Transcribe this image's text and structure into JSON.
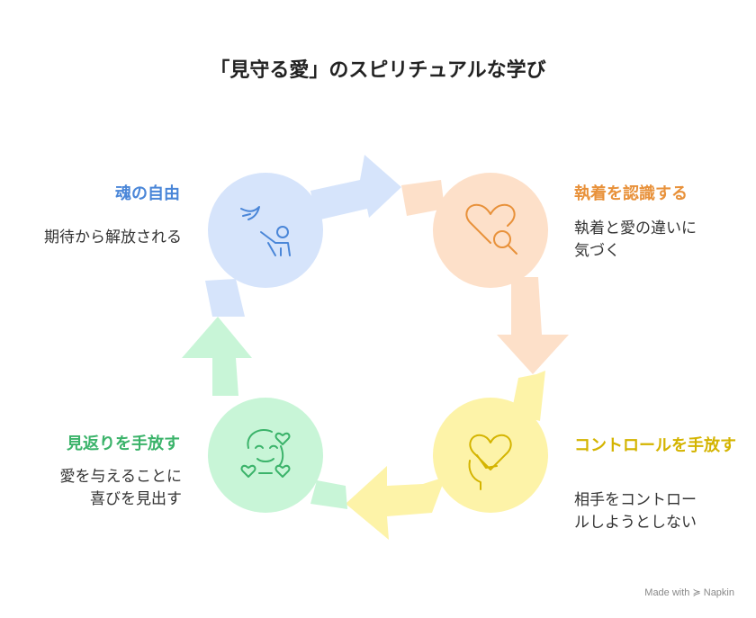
{
  "title": "「見守る愛」のスピリチュアルな学び",
  "steps": [
    {
      "label": "執着を認識する",
      "desc": [
        "執着と愛の違いに",
        "気づく"
      ],
      "color": "#e8913a",
      "fill": "#fde0c9",
      "icon": "heart-magnifier-icon"
    },
    {
      "label": "コントロールを手放す",
      "desc": [
        "相手をコントロー",
        "ルしようとしない"
      ],
      "color": "#d4b400",
      "fill": "#fdf3a8",
      "icon": "heart-in-hand-icon"
    },
    {
      "label": "見返りを手放す",
      "desc": [
        "愛を与えることに",
        "喜びを見出す"
      ],
      "color": "#3bb36a",
      "fill": "#c8f5d7",
      "icon": "smiling-face-hearts-icon"
    },
    {
      "label": "魂の自由",
      "desc": [
        "期待から解放される"
      ],
      "color": "#4a86d8",
      "fill": "#d6e4fb",
      "icon": "releasing-bird-icon"
    }
  ],
  "footer": "Made with ≽ Napkin"
}
